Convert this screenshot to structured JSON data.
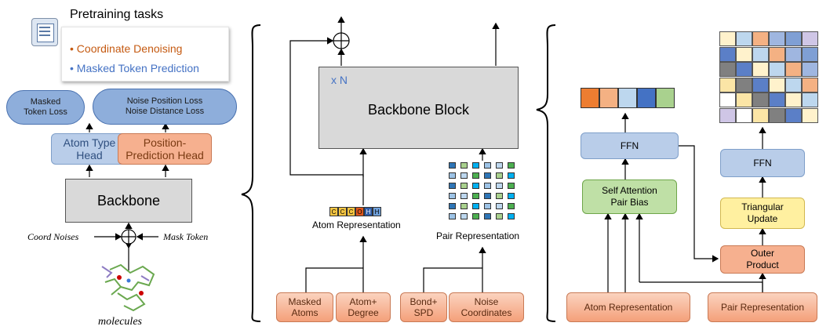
{
  "left": {
    "pretraining_title": "Pretraining tasks",
    "tasks": [
      "• Coordinate Denoising",
      "• Masked Token Prediction"
    ],
    "cloud_masked": "Masked\nToken Loss",
    "cloud_noise": "Noise Position Loss\nNoise Distance Loss",
    "atom_head": "Atom Type\nHead",
    "pos_head": "Position-\nPrediction Head",
    "backbone": "Backbone",
    "coord_noises": "Coord Noises",
    "mask_token": "Mask Token",
    "molecules": "molecules"
  },
  "middle": {
    "repeat": "x N",
    "block": "Backbone Block",
    "atom_tokens": [
      "C",
      "C",
      "C",
      "O",
      "H",
      "H"
    ],
    "atom_rep_label": "Atom Representation",
    "pair_rep_label": "Pair Representation",
    "inputs": [
      "Masked\nAtoms",
      "Atom+\nDegree",
      "Bond+\nSPD",
      "Noise\nCoordinates"
    ]
  },
  "right": {
    "ffn_left": "FFN",
    "self_attn": "Self Attention\nPair Bias",
    "ffn_right": "FFN",
    "triangular": "Triangular\nUpdate",
    "outer": "Outer\nProduct",
    "atom_rep": "Atom Representation",
    "pair_rep": "Pair Representation"
  },
  "colors": {
    "accent_orange": "#c55a11",
    "accent_blue": "#4472c4"
  }
}
